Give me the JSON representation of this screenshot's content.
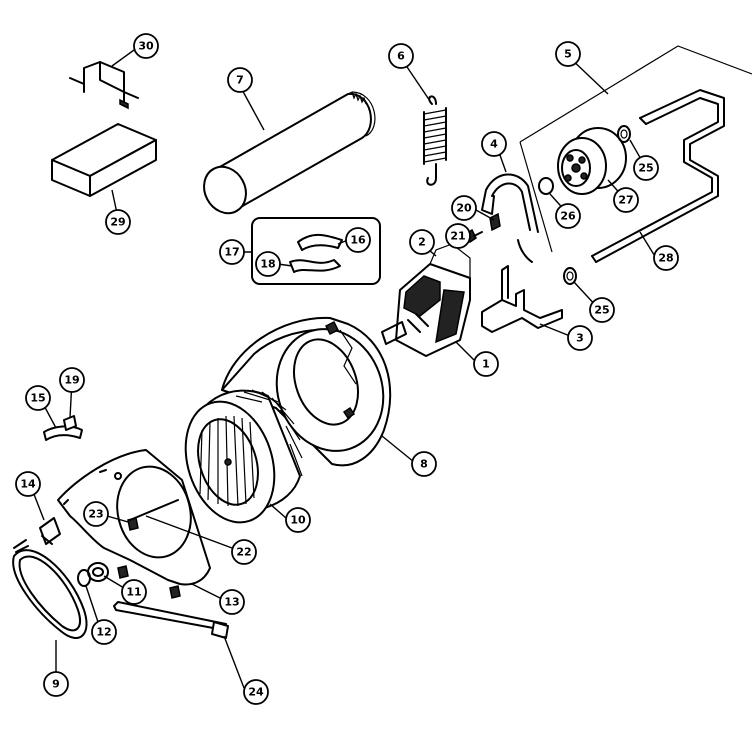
{
  "diagram": {
    "callouts": [
      {
        "id": "c30",
        "label": "30"
      },
      {
        "id": "c7",
        "label": "7"
      },
      {
        "id": "c6",
        "label": "6"
      },
      {
        "id": "c5",
        "label": "5"
      },
      {
        "id": "c29",
        "label": "29"
      },
      {
        "id": "c4",
        "label": "4"
      },
      {
        "id": "c25a",
        "label": "25"
      },
      {
        "id": "c27",
        "label": "27"
      },
      {
        "id": "c26",
        "label": "26"
      },
      {
        "id": "c20",
        "label": "20"
      },
      {
        "id": "c21",
        "label": "21"
      },
      {
        "id": "c17",
        "label": "17"
      },
      {
        "id": "c16",
        "label": "16"
      },
      {
        "id": "c18",
        "label": "18"
      },
      {
        "id": "c2",
        "label": "2"
      },
      {
        "id": "c28",
        "label": "28"
      },
      {
        "id": "c25b",
        "label": "25"
      },
      {
        "id": "c3",
        "label": "3"
      },
      {
        "id": "c1",
        "label": "1"
      },
      {
        "id": "c15",
        "label": "15"
      },
      {
        "id": "c19",
        "label": "19"
      },
      {
        "id": "c8",
        "label": "8"
      },
      {
        "id": "c14",
        "label": "14"
      },
      {
        "id": "c23",
        "label": "23"
      },
      {
        "id": "c10",
        "label": "10"
      },
      {
        "id": "c22",
        "label": "22"
      },
      {
        "id": "c11",
        "label": "11"
      },
      {
        "id": "c13",
        "label": "13"
      },
      {
        "id": "c12",
        "label": "12"
      },
      {
        "id": "c9",
        "label": "9"
      },
      {
        "id": "c24",
        "label": "24"
      }
    ]
  }
}
